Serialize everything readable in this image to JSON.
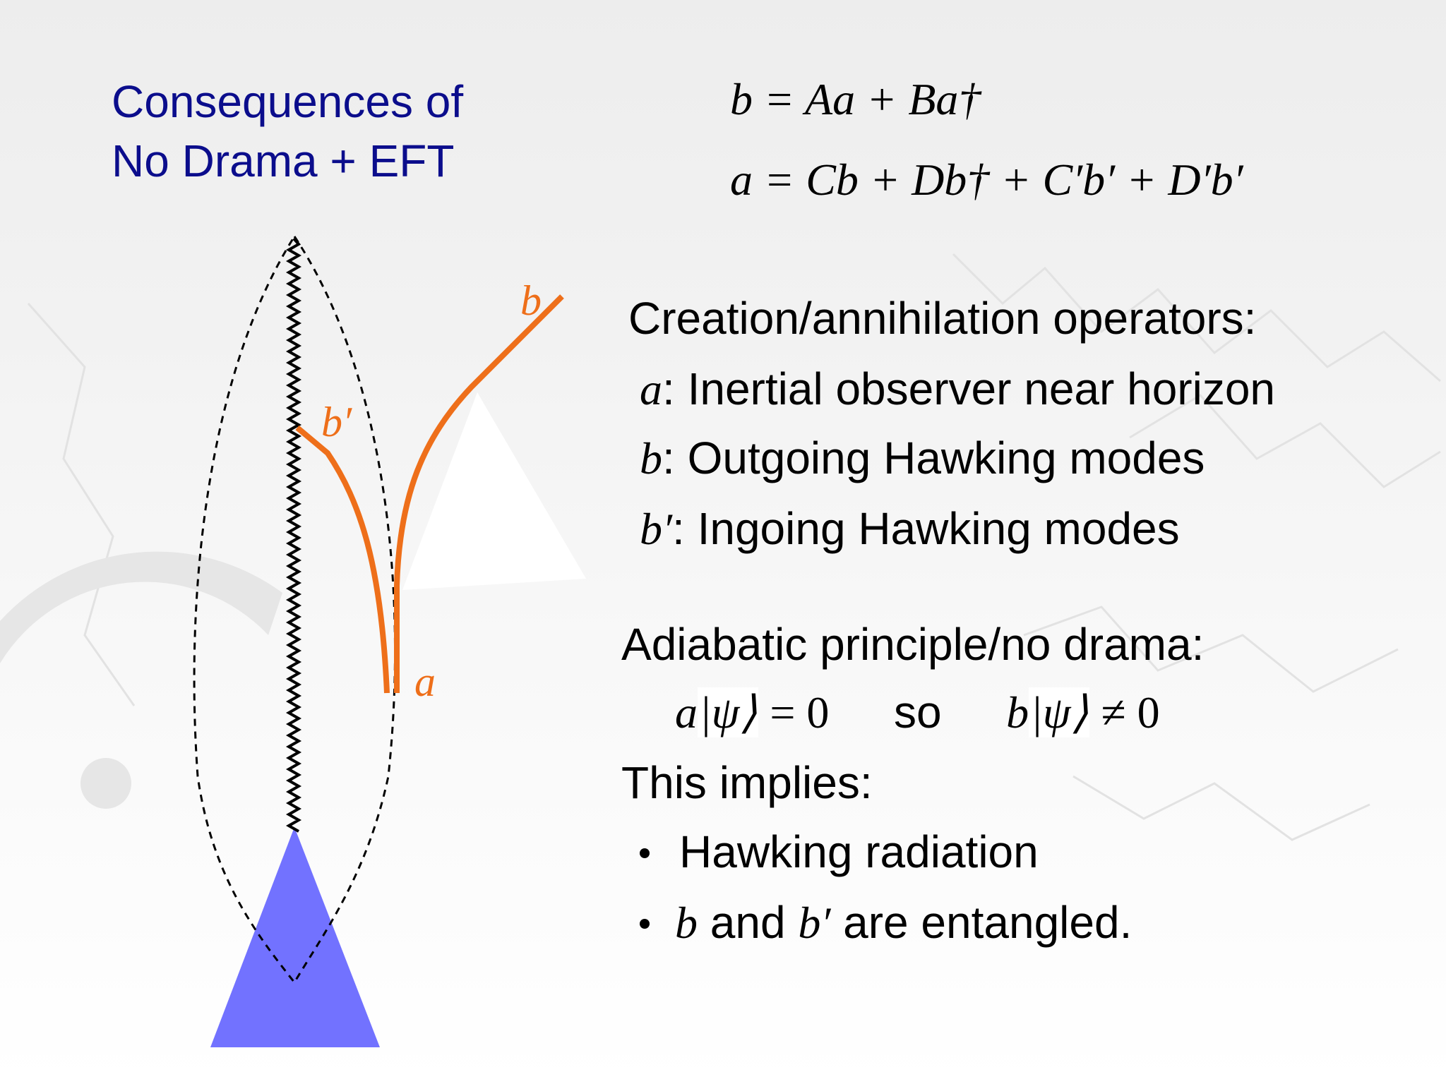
{
  "slide": {
    "title_line1": "Consequences of",
    "title_line2": "No Drama + EFT",
    "title_color": "#0b0d8c",
    "accent_orange": "#ee6f1a",
    "triangle_blue": "#7272ff"
  },
  "equations": {
    "eq1": "b = Aa + Ba†",
    "eq2": "a = Cb + Db† + C′b′ + D′b′"
  },
  "operators": {
    "heading": "Creation/annihilation operators:",
    "items": [
      {
        "symbol": "a",
        "sep": ":",
        "text": " Inertial observer near horizon"
      },
      {
        "symbol": "b",
        "sep": ":",
        "text": " Outgoing Hawking modes"
      },
      {
        "symbol": "b′",
        "sep": ":",
        "text": " Ingoing Hawking modes"
      }
    ]
  },
  "principle": {
    "heading": "Adiabatic principle/no drama:",
    "lhs_op": "a",
    "lhs_ket": "|ψ⟩",
    "lhs_eq": " = 0",
    "so": "so",
    "rhs_op": "b",
    "rhs_ket": "|ψ⟩",
    "rhs_neq": " ≠ 0",
    "implies": "This implies:",
    "bullets": [
      {
        "text": "Hawking radiation"
      },
      {
        "sym1": "b",
        "mid": " and ",
        "sym2": "b′",
        "tail": " are entangled."
      }
    ]
  },
  "diagram": {
    "label_b": "b",
    "label_bprime": "b′",
    "label_a": "a"
  }
}
